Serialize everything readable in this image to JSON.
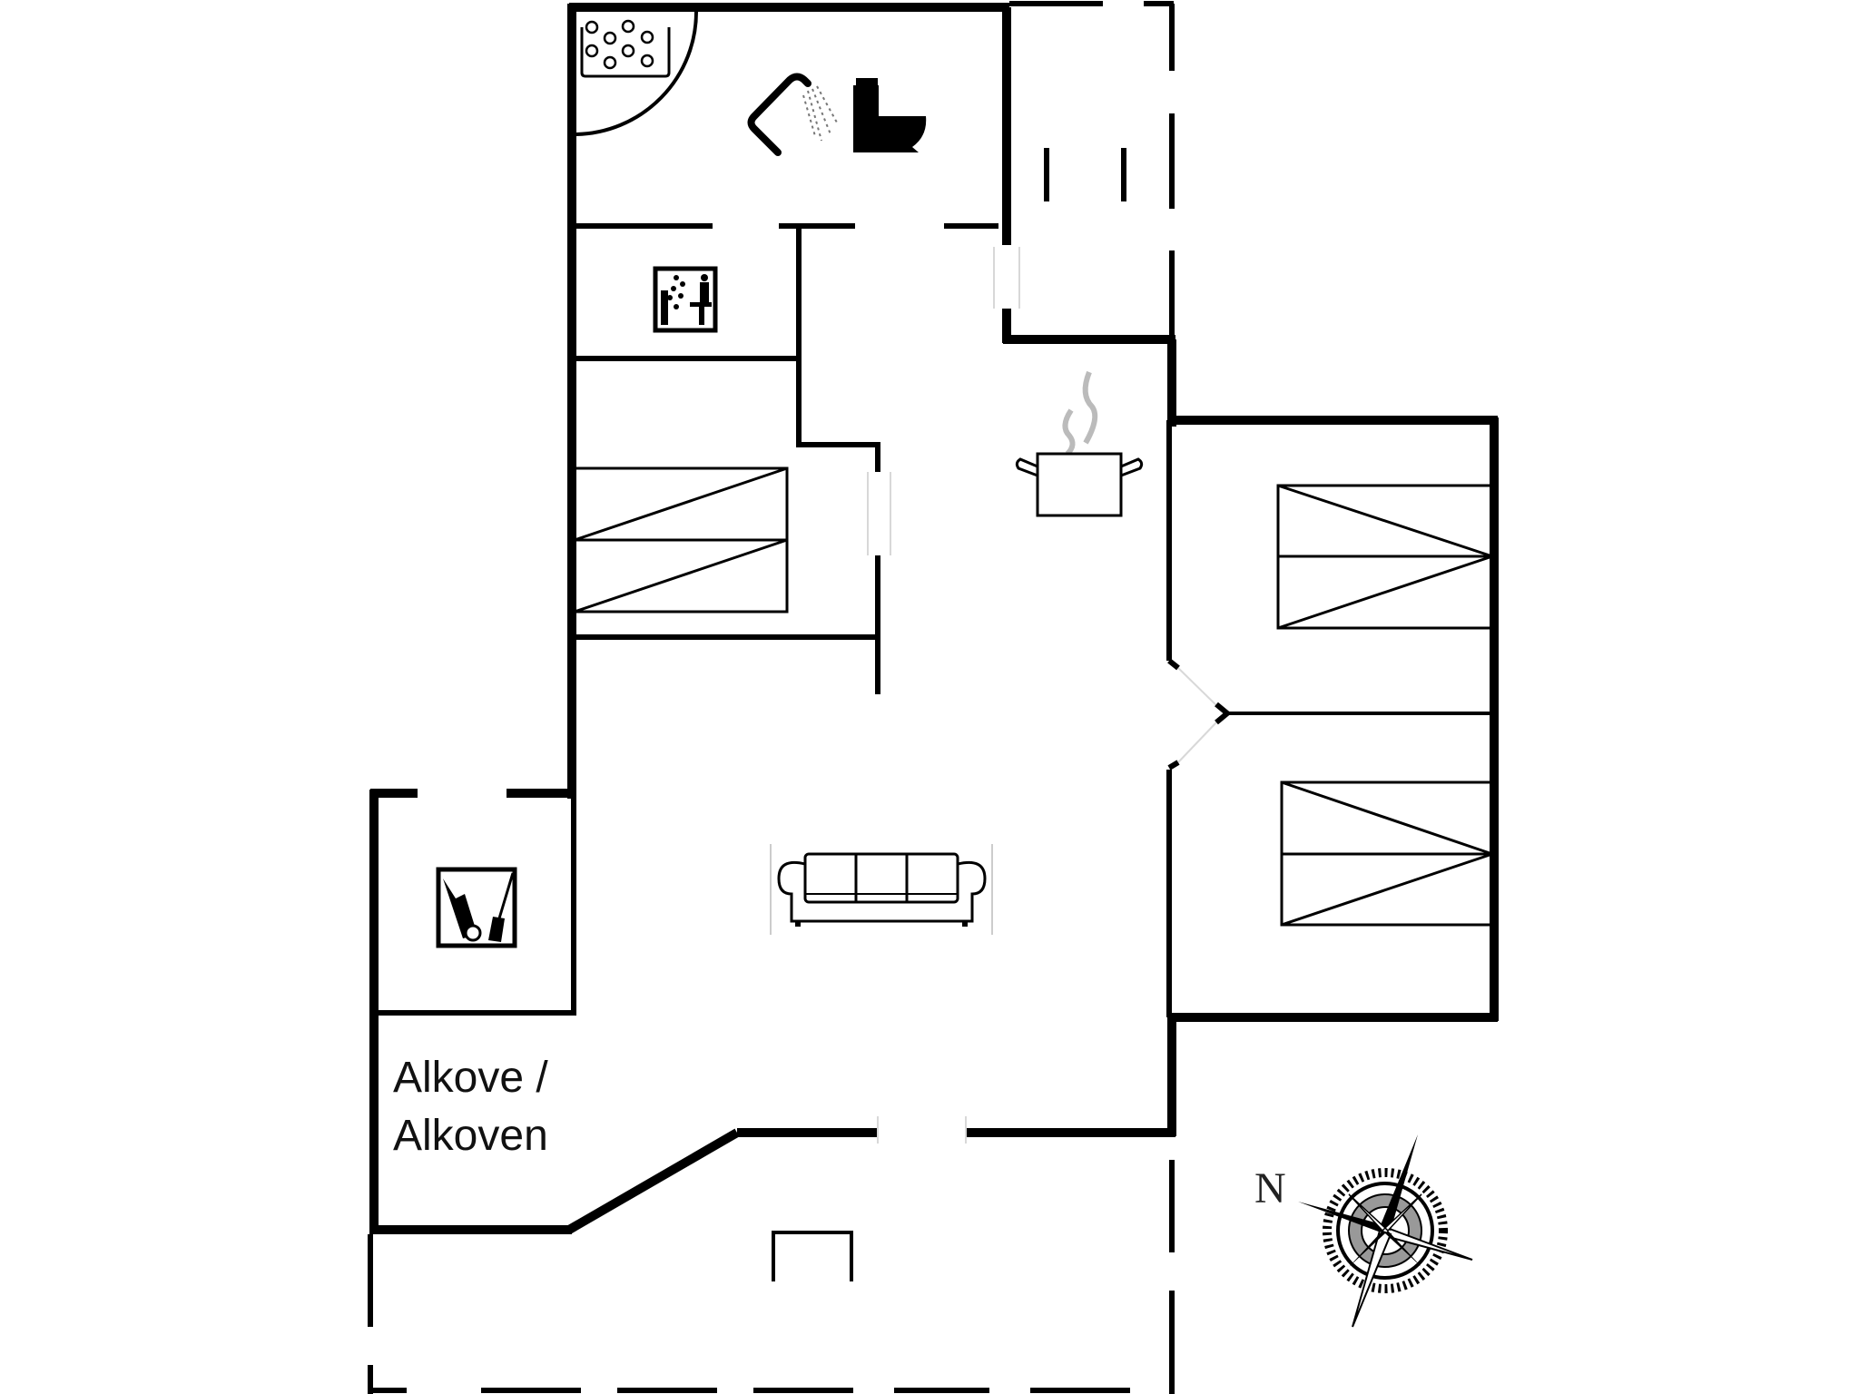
{
  "floorplan": {
    "title": "Floor plan",
    "background": "#ffffff",
    "wall_color": "#000000",
    "rooms": [
      {
        "id": "bathroom",
        "fixtures": [
          "whirlpool-tub",
          "shower",
          "toilet"
        ]
      },
      {
        "id": "sauna",
        "fixtures": [
          "sauna-icon"
        ]
      },
      {
        "id": "bedroom-1",
        "fixtures": [
          "bunk-bed"
        ]
      },
      {
        "id": "kitchen",
        "fixtures": [
          "cooking-pot"
        ]
      },
      {
        "id": "living-room",
        "fixtures": [
          "sofa"
        ]
      },
      {
        "id": "bedroom-2",
        "fixtures": [
          "bed"
        ]
      },
      {
        "id": "bedroom-3",
        "fixtures": [
          "bed"
        ]
      },
      {
        "id": "utility-room",
        "fixtures": [
          "cleaning-equipment"
        ]
      },
      {
        "id": "alcove",
        "label_line1": "Alkove /",
        "label_line2": "Alkoven"
      },
      {
        "id": "terrace-top",
        "fixtures": []
      },
      {
        "id": "terrace-bottom",
        "fixtures": []
      }
    ],
    "compass": {
      "label": "N"
    }
  }
}
